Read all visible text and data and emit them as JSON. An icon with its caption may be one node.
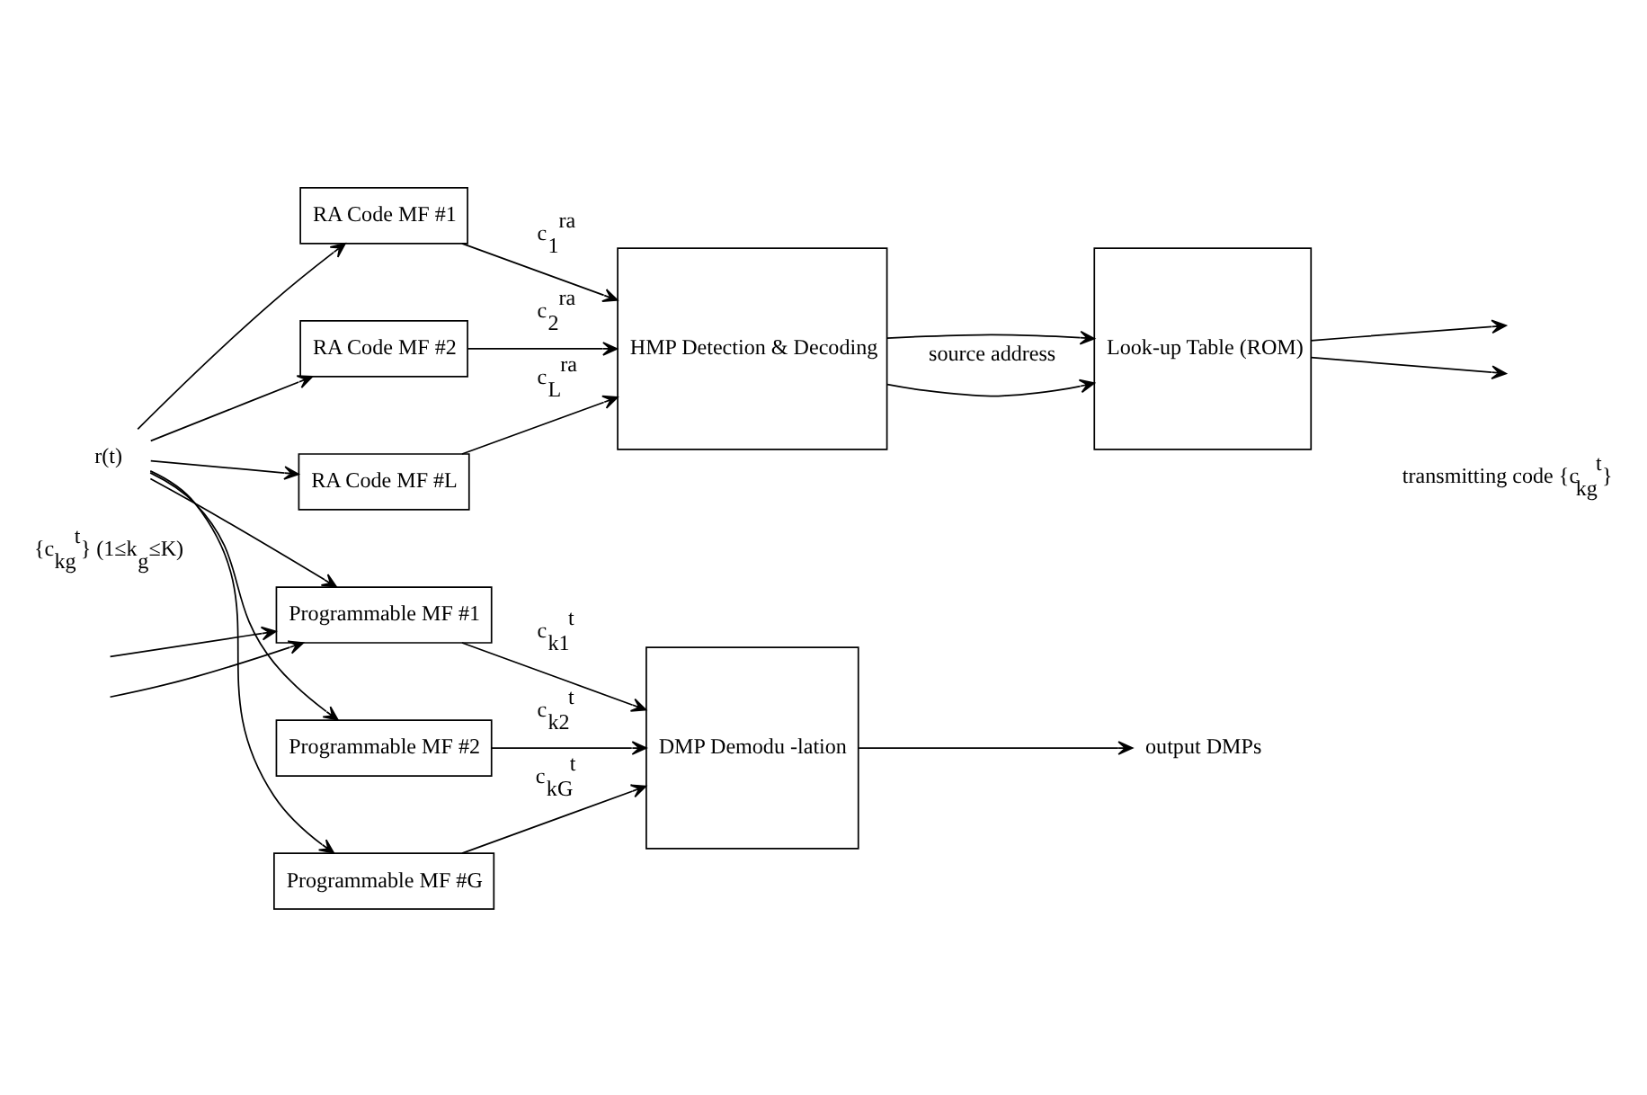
{
  "diagram": {
    "nodes": [
      {
        "text": [
          "r(t)"
        ]
      },
      {
        "text": [
          "RA Code MF #1"
        ]
      },
      {
        "text": [
          "RA Code MF #2"
        ]
      },
      {
        "text": [
          "RA Code MF #L"
        ]
      },
      {
        "text": [
          "HMP Detection & Decoding"
        ]
      },
      {
        "text": [
          "Look-up Table (ROM)"
        ]
      },
      {
        "text": [
          "Programmable MF #1"
        ]
      },
      {
        "text": [
          "Programmable MF #2"
        ]
      },
      {
        "text": [
          "Programmable MF #G"
        ]
      },
      {
        "text": [
          "DMP Demodu -lation"
        ]
      },
      {
        "text": [
          "output DMPs"
        ]
      }
    ],
    "edges": [
      {
        "from": 0,
        "to": 1,
        "arrow": "to"
      },
      {
        "from": 0,
        "to": 2,
        "arrow": "to"
      },
      {
        "from": 0,
        "to": 3,
        "arrow": "to"
      },
      {
        "from": 0,
        "to": 6,
        "arrow": "to"
      },
      {
        "from": 0,
        "to": 7,
        "arrow": "to"
      },
      {
        "from": 0,
        "to": 8,
        "arrow": "to"
      },
      {
        "from": 1,
        "to": 4,
        "arrow": "to",
        "label": "c$_{1}$$^{ra}$"
      },
      {
        "from": 2,
        "to": 4,
        "arrow": "to",
        "label": "c$_{2}$$^{ra}$"
      },
      {
        "from": 3,
        "to": 4,
        "arrow": "to",
        "label": "c$_{L}$$^{ra}$"
      },
      {
        "from": 4,
        "to": 5,
        "arrow": "to",
        "label": "source address"
      },
      {
        "from": 4,
        "to": 5,
        "arrow": "to"
      },
      {
        "from": 5,
        "to": null,
        "arrow": "to"
      },
      {
        "from": 5,
        "to": null,
        "arrow": "to"
      },
      {
        "from": null,
        "to": 6,
        "arrow": "to"
      },
      {
        "from": null,
        "to": 6,
        "arrow": "to"
      },
      {
        "from": 6,
        "to": 9,
        "arrow": "to",
        "label": "c$_{k1}$$^{t}$"
      },
      {
        "from": 7,
        "to": 9,
        "arrow": "to",
        "label": "c$_{k2}$$^{t}$"
      },
      {
        "from": 8,
        "to": 9,
        "arrow": "to",
        "label": "c$_{kG}$$^{t}$"
      },
      {
        "from": 9,
        "to": 10,
        "arrow": "to"
      }
    ],
    "labels": [
      "transmitting code {c$_{kg}$$^{t}$}",
      "{c$_{kg}$$^{t}$} (1≤k$_{g}$≤K)"
    ]
  }
}
